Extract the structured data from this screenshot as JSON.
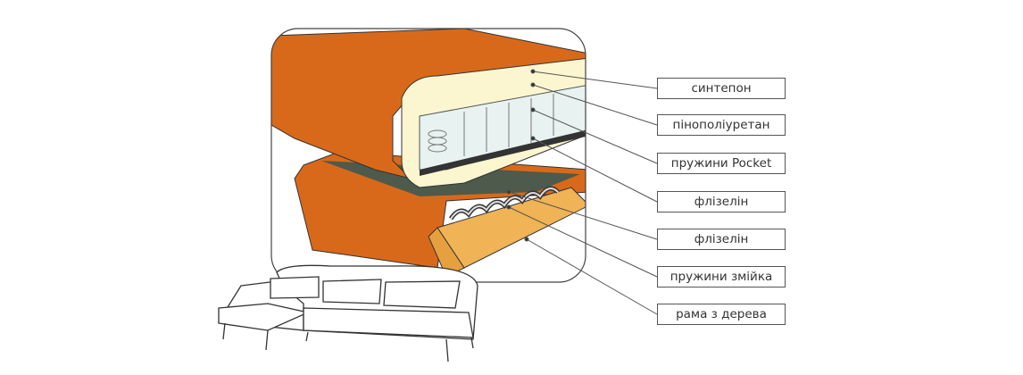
{
  "labels": [
    "синтепон",
    "пінополіуретан",
    "пружини Pocket",
    "флізелін",
    "флізелін",
    "пружини змійка",
    "рама з дерева"
  ],
  "colors": {
    "upholstery": "#d9691a",
    "foam": "#fbf6cf",
    "fleece": "#4d5a4c",
    "wood": "#f0b355",
    "frame": "#333333"
  }
}
